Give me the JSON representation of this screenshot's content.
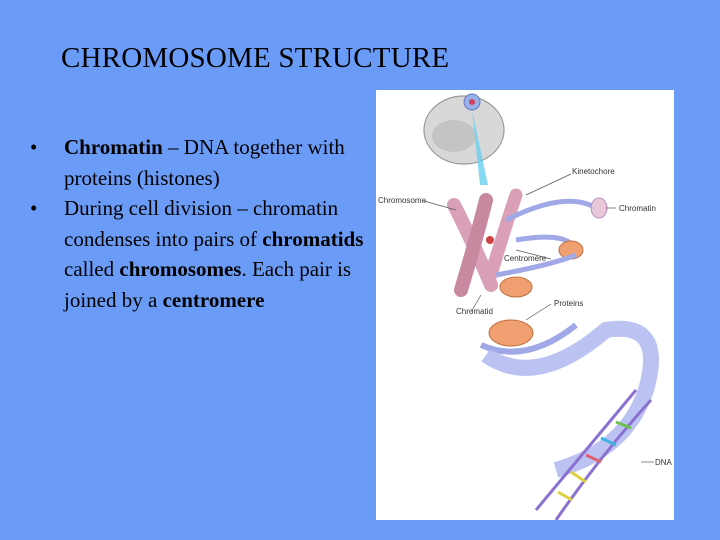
{
  "slide": {
    "title": "CHROMOSOME STRUCTURE",
    "bullets": [
      {
        "parts": [
          {
            "text": "Chromatin",
            "bold": true
          },
          {
            "text": " – DNA together with proteins (histones)",
            "bold": false
          }
        ]
      },
      {
        "parts": [
          {
            "text": "During cell division – chromatin condenses into pairs of ",
            "bold": false
          },
          {
            "text": "chromatids",
            "bold": true
          },
          {
            "text": " called ",
            "bold": false
          },
          {
            "text": "chromosomes",
            "bold": true
          },
          {
            "text": ". Each pair is joined by a ",
            "bold": false
          },
          {
            "text": "centromere",
            "bold": true
          }
        ]
      }
    ]
  },
  "figure": {
    "labels": {
      "kinetochore": "Kinetochore",
      "chromosome": "Chromosome",
      "chromatin": "Chromatin",
      "centromere": "Centromere",
      "proteins": "Proteins",
      "chromatid": "Chromatid",
      "dna": "DNA"
    }
  },
  "colors": {
    "background": "#6a9cf7",
    "chromosome": "#d9a0b8",
    "protein": "#f0a070",
    "fiber": "#a0a8e8"
  }
}
